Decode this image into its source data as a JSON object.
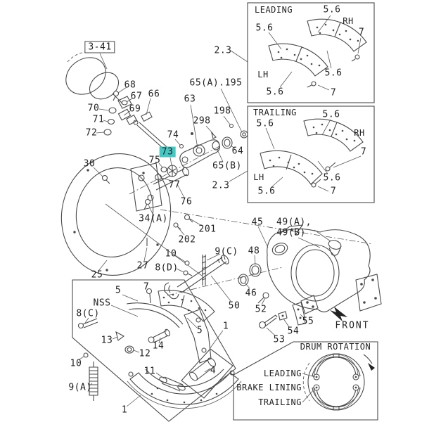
{
  "ref_box": {
    "label": "3-41"
  },
  "highlight": {
    "part": "73",
    "color": "#45c8c3"
  },
  "front_label": "FRONT",
  "panels": {
    "leading": {
      "title": "LEADING",
      "rh": "RH",
      "lh": "LH",
      "lining_top": "5.6",
      "lining_left": "5.6",
      "lining_mid": "5.6",
      "lining_bottom": "5.6",
      "bolt_right": "7",
      "bolt_bottom": "7"
    },
    "trailing": {
      "title": "TRAILING",
      "rh": "RH",
      "lh": "LH",
      "lining_top": "5.6",
      "lining_left": "5.6",
      "lining_mid": "5.6",
      "lining_bottom": "5.6",
      "bolt_right": "7",
      "bolt_bottom": "7"
    },
    "drum_rotation": {
      "title": "DRUM ROTATION",
      "leading": "LEADING",
      "brake_lining": "BRAKE LINING",
      "trailing": "TRAILING"
    }
  },
  "callouts": {
    "c68": "68",
    "c67": "67",
    "c66": "66",
    "c70": "70",
    "c69": "69",
    "c71": "71",
    "c72": "72",
    "c30": "30",
    "c65a": "65(A).195",
    "c63": "63",
    "c198": "198",
    "c298": "298",
    "c74": "74",
    "c75": "75",
    "c77": "77",
    "c76": "76",
    "c64": "64",
    "c65b": "65(B)",
    "c23_upper": "2.3",
    "c23_lower": "2.3",
    "c34a": "34(A)",
    "c201": "201",
    "c202": "202",
    "c10_upper": "10",
    "c8d": "8(D)",
    "c9c": "9(C)",
    "c27": "27",
    "c25": "25",
    "c45": "45",
    "c49a": "49(A),",
    "c49b": "49(B)",
    "c48": "48",
    "c46": "46",
    "c50": "50",
    "c52": "52",
    "c55": "55",
    "c54": "54",
    "c53": "53",
    "c5_upper": "5",
    "c7_upper": "7",
    "cnss": "NSS",
    "c8c": "8(C)",
    "c13": "13",
    "c12": "12",
    "c14": "14",
    "c11": "11",
    "c4": "4",
    "c10_lower": "10",
    "c9a": "9(A)",
    "c1_lower": "1",
    "c5_right": "5",
    "c1_right": "1"
  }
}
